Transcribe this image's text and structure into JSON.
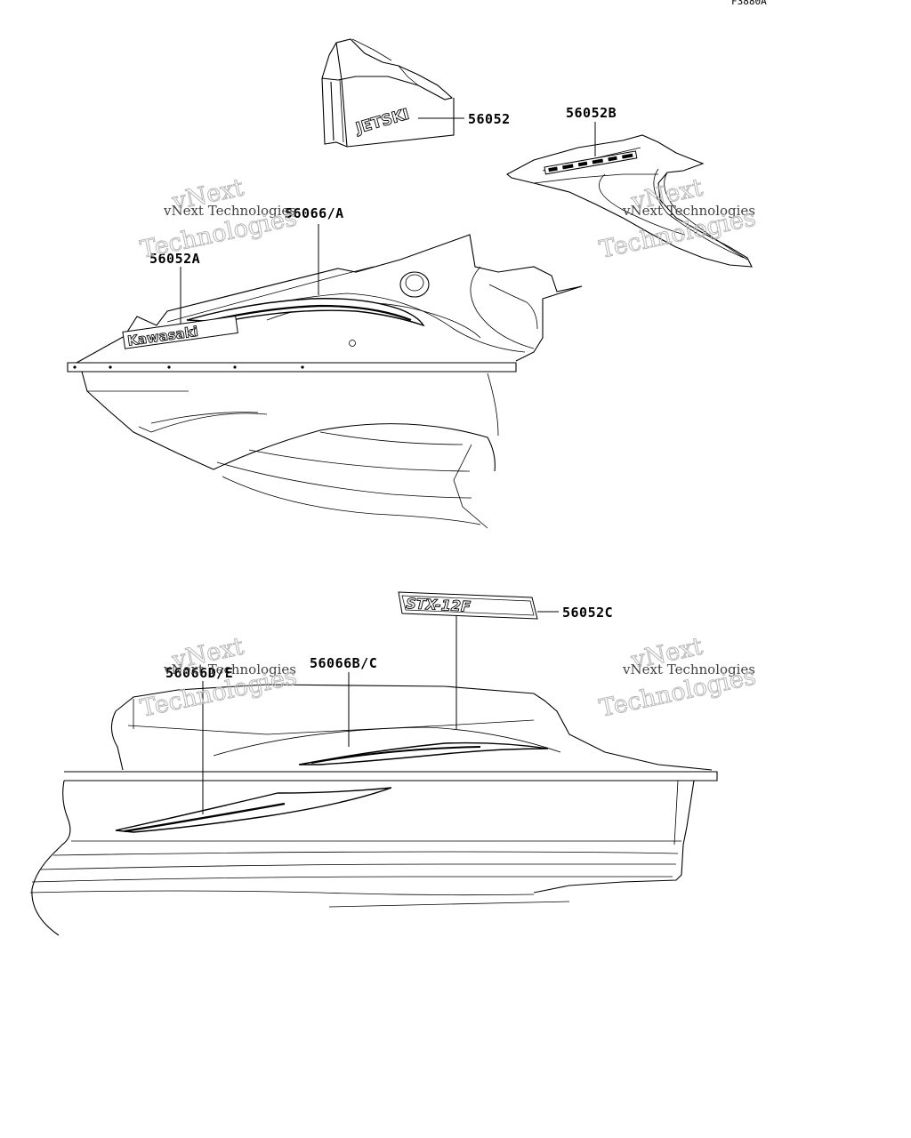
{
  "figure_id": "F3880A",
  "callouts": {
    "c1": "56052",
    "c2": "56052B",
    "c3": "56066/A",
    "c4": "56052A",
    "c5": "56052C",
    "c6": "56066B/C",
    "c7": "56066D/E"
  },
  "decal_text": {
    "kawasaki": "Kawasaki",
    "jetski": "JETSKI",
    "stx": "STX-12F"
  },
  "watermark": {
    "line1": "vNext Technologies",
    "big_top": "vNext",
    "big_bottom": "Technologies"
  }
}
